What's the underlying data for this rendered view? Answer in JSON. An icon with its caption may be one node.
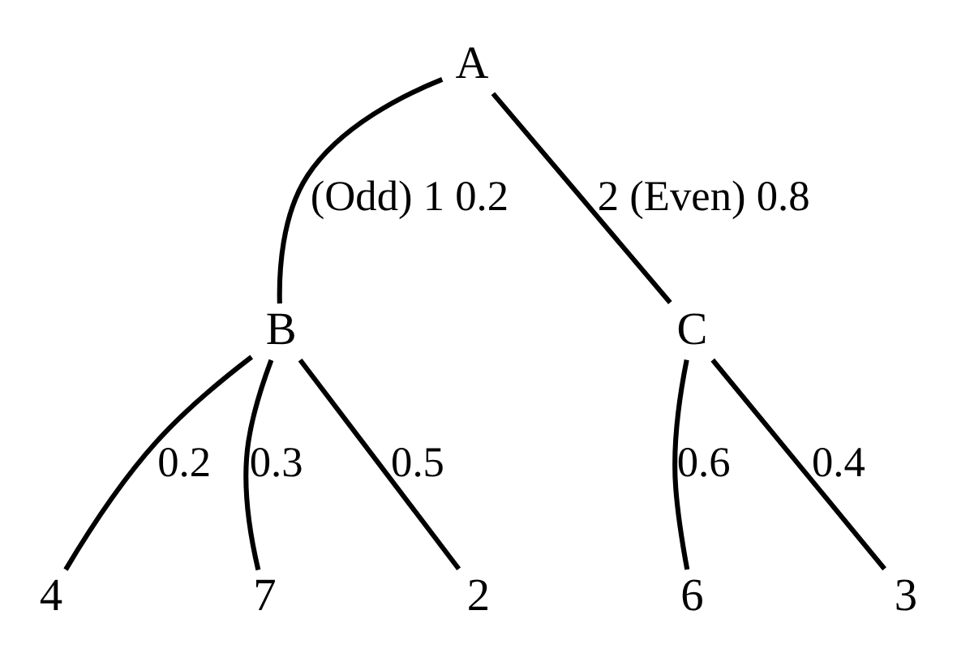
{
  "diagram": {
    "nodes": [
      {
        "text": [
          "A"
        ]
      },
      {
        "text": [
          "B"
        ]
      },
      {
        "text": [
          "C"
        ]
      },
      {
        "text": [
          "4"
        ]
      },
      {
        "text": [
          "7"
        ]
      },
      {
        "text": [
          "2"
        ]
      },
      {
        "text": [
          "6"
        ]
      },
      {
        "text": [
          "3"
        ]
      }
    ],
    "edges": [
      {
        "from": 0,
        "to": 1,
        "arrow": "none",
        "label": "(Odd) 1 0.2"
      },
      {
        "from": 0,
        "to": 2,
        "arrow": "none",
        "label": "2 (Even) 0.8"
      },
      {
        "from": 1,
        "to": 3,
        "arrow": "none",
        "label": "0.2"
      },
      {
        "from": 1,
        "to": 4,
        "arrow": "none",
        "label": "0.3"
      },
      {
        "from": 1,
        "to": 5,
        "arrow": "none",
        "label": "0.5"
      },
      {
        "from": 2,
        "to": 6,
        "arrow": "none",
        "label": "0.6"
      },
      {
        "from": 2,
        "to": 7,
        "arrow": "none",
        "label": "0.4"
      }
    ]
  }
}
